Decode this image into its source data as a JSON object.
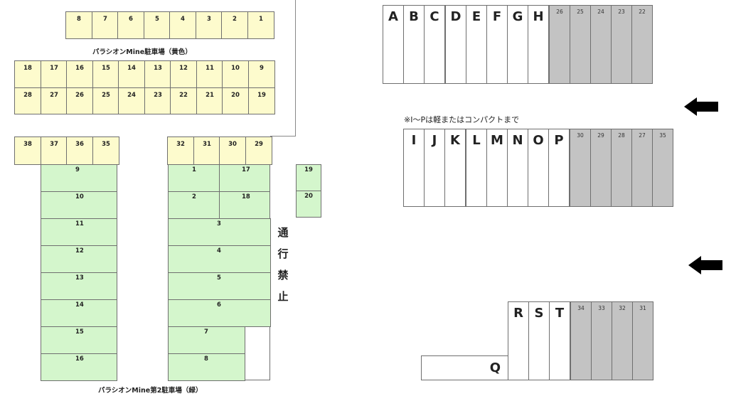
{
  "left_map": {
    "yellow_title": "パラシオンMine駐車場（黄色）",
    "green_title": "パラシオンMine第2駐車場（緑）",
    "yellow_row1": [
      "8",
      "7",
      "6",
      "5",
      "4",
      "3",
      "2",
      "1"
    ],
    "yellow_row2": [
      "18",
      "17",
      "16",
      "15",
      "14",
      "13",
      "12",
      "11",
      "10",
      "9"
    ],
    "yellow_row3": [
      "28",
      "27",
      "26",
      "25",
      "24",
      "23",
      "22",
      "21",
      "20",
      "19"
    ],
    "yellow_row4a": [
      "38",
      "37",
      "36",
      "35"
    ],
    "yellow_row4b": [
      "32",
      "31",
      "30",
      "29"
    ],
    "green_left": [
      "9",
      "10",
      "11",
      "12",
      "13",
      "14",
      "15",
      "16"
    ],
    "green_mid_split": [
      [
        "1",
        "17"
      ],
      [
        "2",
        "18"
      ]
    ],
    "green_mid": [
      "3",
      "4",
      "5",
      "6",
      "7",
      "8"
    ],
    "green_right": [
      "19",
      "20"
    ],
    "no_entry": [
      "通",
      "行",
      "禁",
      "止"
    ]
  },
  "right_map": {
    "row1_white": [
      "A",
      "B",
      "C",
      "D",
      "E",
      "F",
      "G",
      "H"
    ],
    "row1_gray": [
      "26",
      "25",
      "24",
      "23",
      "22"
    ],
    "note": "※I〜Pは軽またはコンパクトまで",
    "row2_white": [
      "I",
      "J",
      "K",
      "L",
      "M",
      "N",
      "O",
      "P"
    ],
    "row2_gray": [
      "30",
      "29",
      "28",
      "27",
      "35"
    ],
    "row3_white": [
      "R",
      "S",
      "T"
    ],
    "row3_gray": [
      "34",
      "33",
      "32",
      "31"
    ],
    "q_label": "Q"
  },
  "colors": {
    "yellow": "#fdfbcd",
    "green": "#d4f6cc",
    "gray": "#c3c3c3",
    "arrow": "#000000"
  }
}
